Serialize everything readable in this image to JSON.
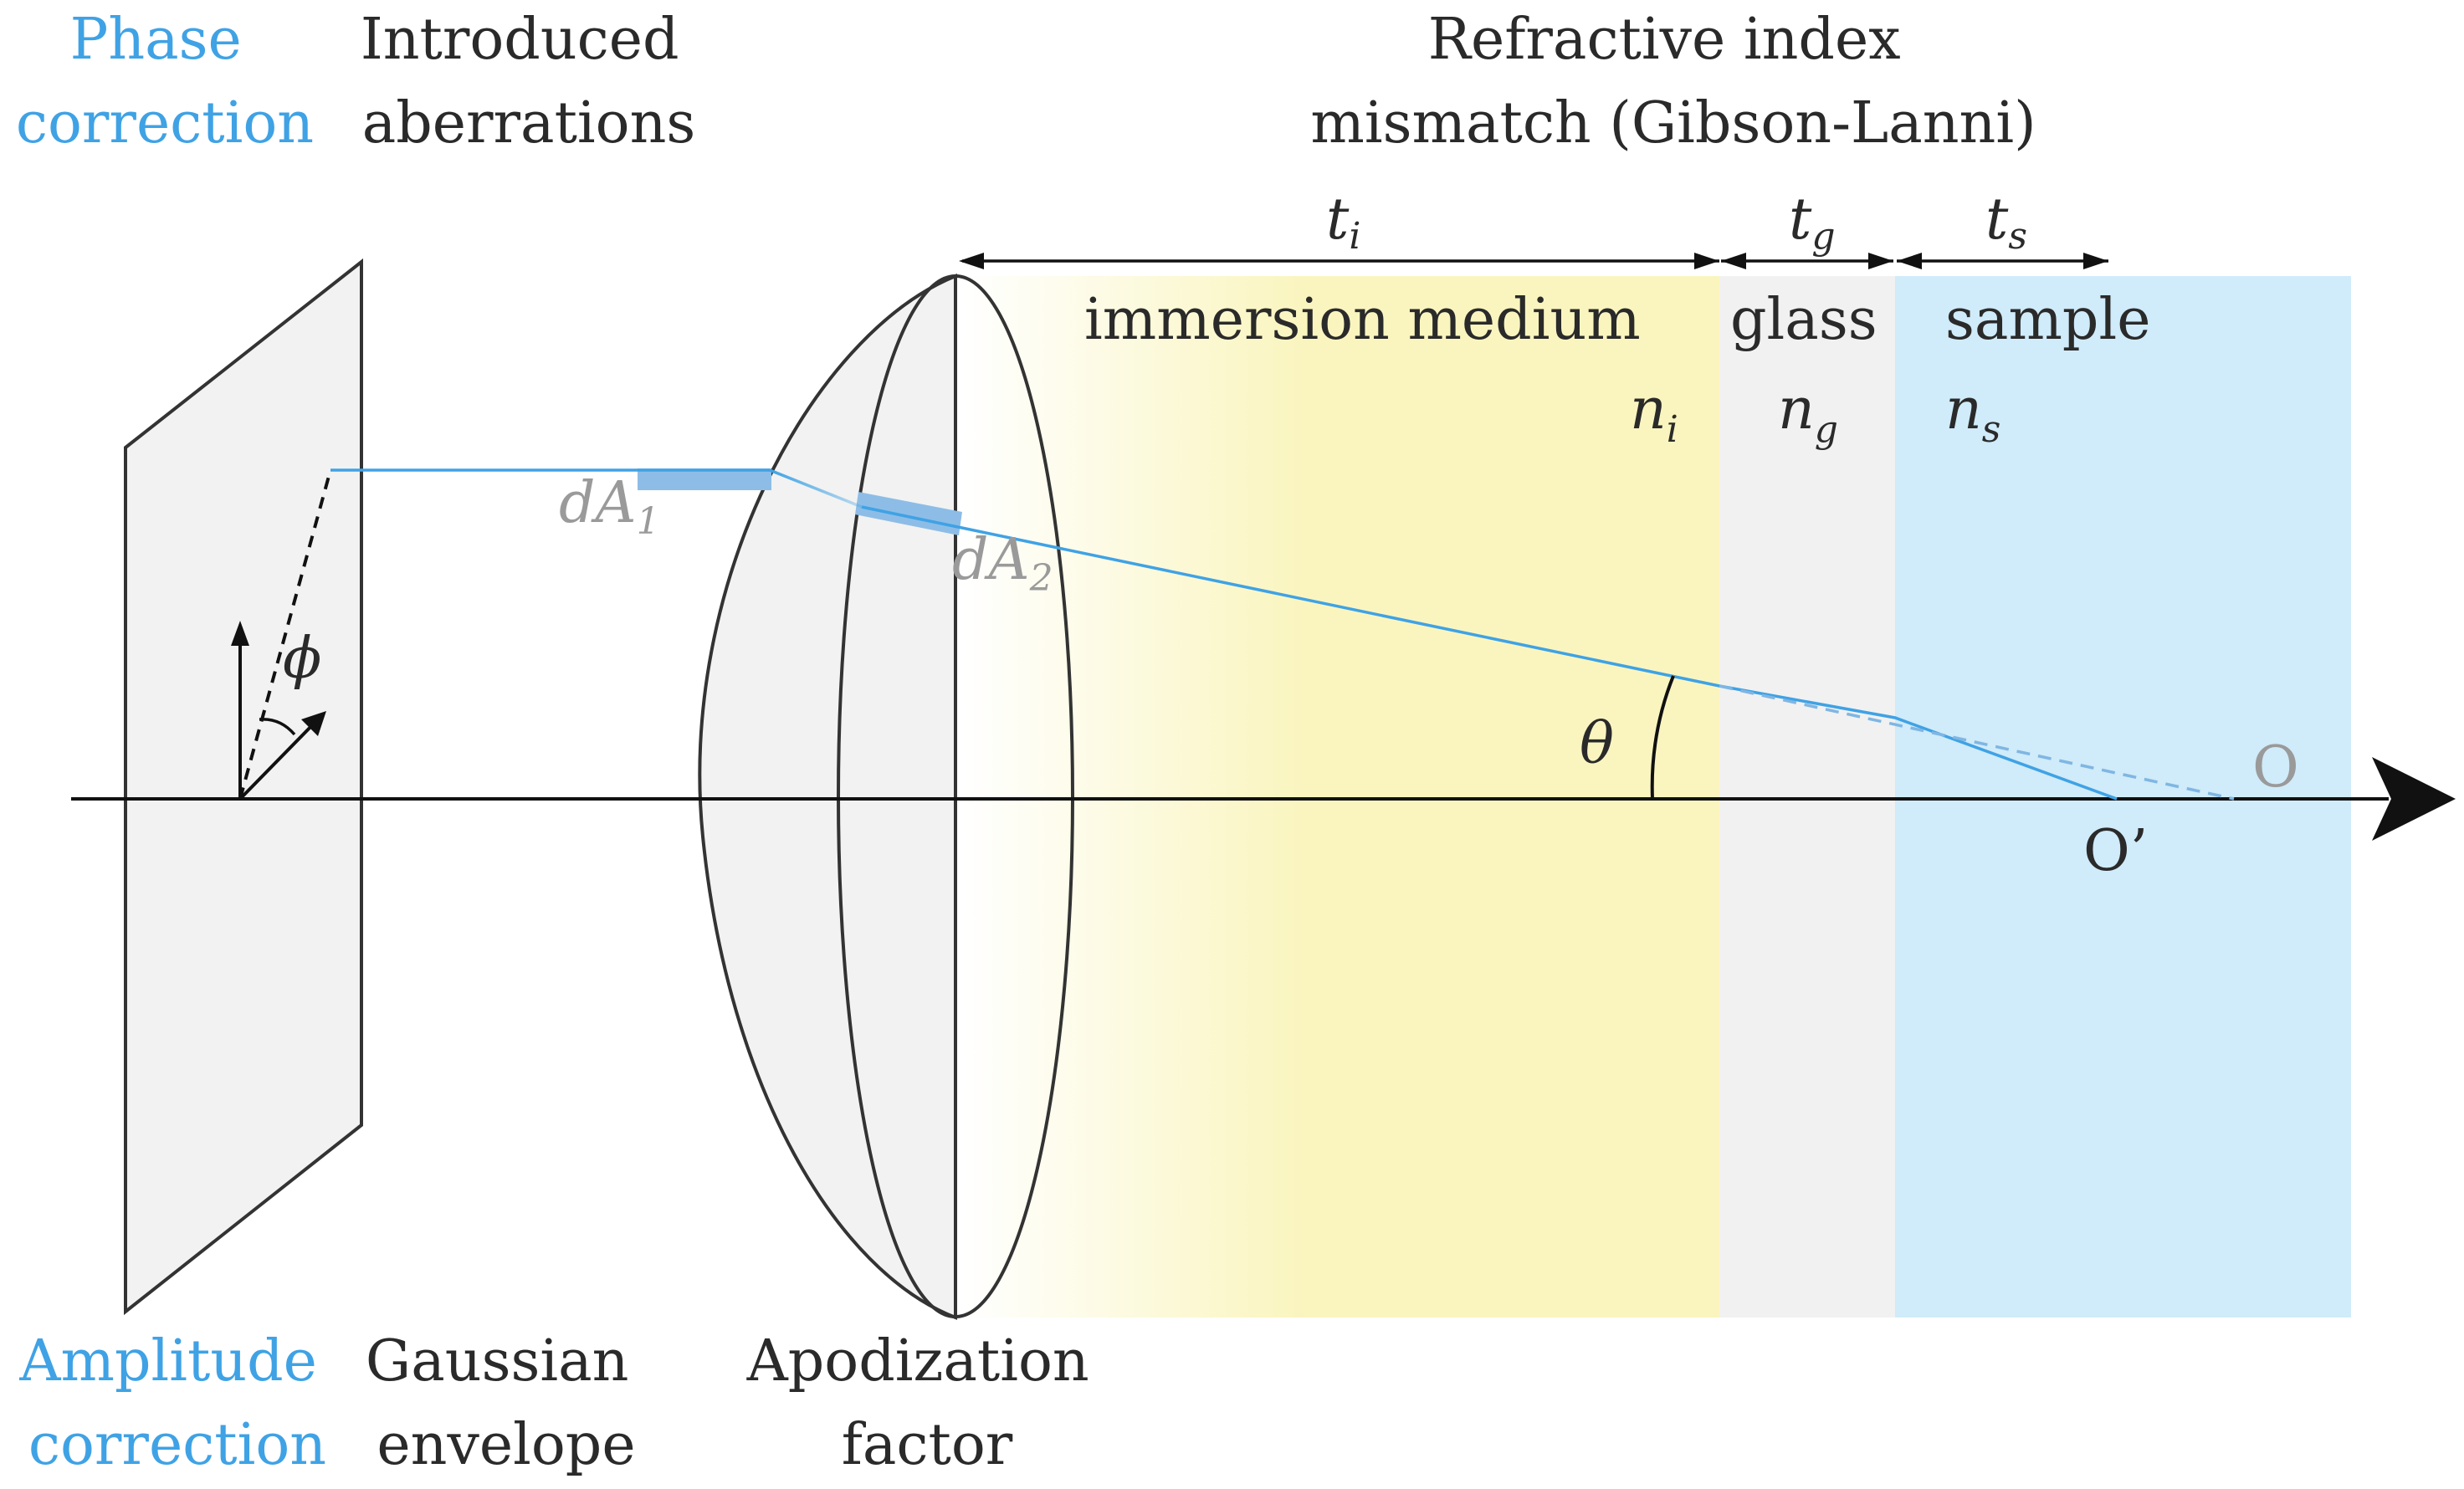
{
  "labels": {
    "phase_correction": [
      "Phase",
      "correction"
    ],
    "introduced_aberrations": [
      "Introduced",
      "aberrations"
    ],
    "refractive_mismatch": [
      "Refractive index",
      "mismatch (Gibson-Lanni)"
    ],
    "amplitude_correction": [
      "Amplitude",
      "correction"
    ],
    "gaussian_envelope": [
      "Gaussian",
      "envelope"
    ],
    "apodization_factor": [
      "Apodization",
      "factor"
    ]
  },
  "thicknesses": {
    "immersion": {
      "var": "t",
      "sub": "i"
    },
    "glass": {
      "var": "t",
      "sub": "g"
    },
    "sample": {
      "var": "t",
      "sub": "s"
    }
  },
  "layers": {
    "immersion": {
      "name": "immersion medium",
      "index_var": "n",
      "index_sub": "i"
    },
    "glass": {
      "name": "glass",
      "index_var": "n",
      "index_sub": "g"
    },
    "sample": {
      "name": "sample",
      "index_var": "n",
      "index_sub": "s"
    }
  },
  "symbols": {
    "phi": "ϕ",
    "theta": "θ",
    "dA1": {
      "main": "dA",
      "sub": "1"
    },
    "dA2": {
      "main": "dA",
      "sub": "2"
    },
    "focus_nominal": "O",
    "focus_actual": "O’"
  },
  "colors": {
    "accent_blue": "#3fa2e5",
    "ray": "#3fa2e5",
    "immersion_yellow": "#faf5bf",
    "glass_grey": "#f1f1f1",
    "sample_blue": "#d0ebf9",
    "pupil_grey": "#f2f2f2",
    "area_patch": "#8dbde6",
    "text": "#2a2a2a",
    "muted_grey": "#9a9a9a"
  }
}
